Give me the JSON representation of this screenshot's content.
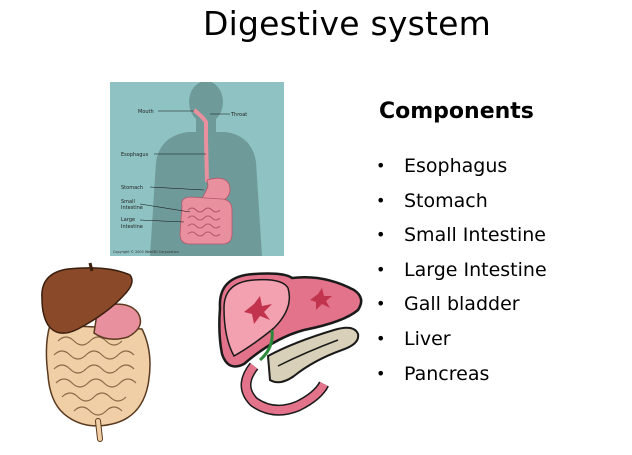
{
  "slide": {
    "title": "Digestive system",
    "components_heading": "Components",
    "components": [
      "Esophagus",
      "Stomach",
      "Small Intestine",
      "Large Intestine",
      "Gall bladder",
      "Liver",
      "Pancreas"
    ],
    "bullet": "•"
  },
  "figure": {
    "labels": {
      "mouth": "Mouth",
      "throat": "Throat",
      "esophagus": "Esophagus",
      "stomach": "Stomach",
      "small_intestine_1": "Small",
      "small_intestine_2": "Intestine",
      "large_intestine_1": "Large",
      "large_intestine_2": "Intestine"
    },
    "copyright": "Copyright © 2005 WebMD Corporation"
  },
  "colors": {
    "figure_background": "#8fc3c3",
    "silhouette": "#6f9a9a",
    "organ_pink": "#e9909f",
    "liver_brown": "#8a4a2a",
    "intestine_tan": "#f0cfa6",
    "liver_pink": "#e3738a"
  }
}
